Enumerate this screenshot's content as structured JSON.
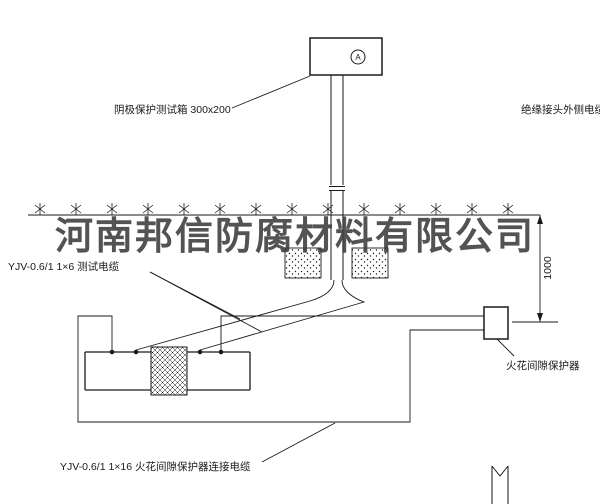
{
  "watermark": {
    "text": "河南邦信防腐材料有限公司"
  },
  "labels": {
    "meter": "A",
    "test_box": "阴极保护测试箱 300x200",
    "insulated_joint_cable": "绝缘接头外侧电缆",
    "test_cable": "YJV-0.6/1 1×6  测试电缆",
    "dimension": "1000",
    "spark_gap_protector": "火花间隙保护器",
    "spark_gap_cable": "YJV-0.6/1 1×16  火花间隙保护器连接电缆"
  },
  "colors": {
    "line": "#1a1a1a",
    "watermark": "#3c3c3c",
    "background": "#ffffff"
  }
}
